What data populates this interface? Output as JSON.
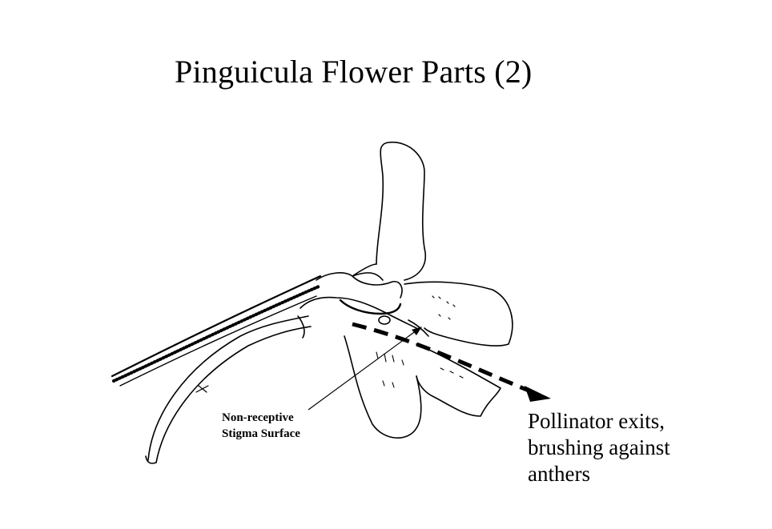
{
  "title": "Pinguicula Flower Parts (2)",
  "labels": {
    "stigma": [
      "Non-receptive",
      "Stigma Surface"
    ],
    "exit": [
      "Pollinator exits,",
      "brushing against",
      "anthers"
    ]
  },
  "icons": [
    "flower-drawing",
    "pollinator-path-arrow",
    "callout-arrow"
  ],
  "colors": {
    "ink": "#000000",
    "background": "#ffffff"
  }
}
